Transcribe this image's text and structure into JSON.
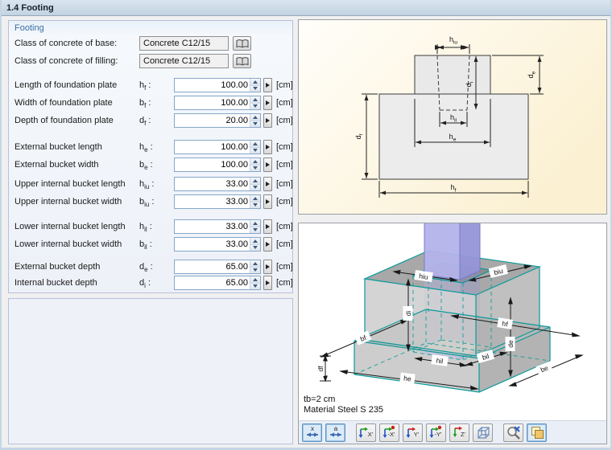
{
  "window": {
    "title": "1.4 Footing"
  },
  "colors": {
    "titlebar": "#c9d7e4",
    "group_border": "#b9bfdd",
    "group_title_text": "#3b6ea5",
    "edit_border": "#86a7c9",
    "diagram_background": "#fbf2d8",
    "teal_edge": "#0c9a9a",
    "column_blue": "#9a9ade",
    "toolbar_active_border": "#5c93c3"
  },
  "footing": {
    "group_title": "Footing",
    "colon": " :",
    "combo_fields": [
      {
        "label": "Class of concrete of base:",
        "value": "Concrete C12/15"
      },
      {
        "label": "Class of concrete of filling:",
        "value": "Concrete C12/15"
      }
    ],
    "fields": [
      {
        "label": "Length of foundation plate",
        "sym": "h",
        "sub": "f",
        "value": "100.00",
        "unit": "[cm]"
      },
      {
        "label": "Width of foundation plate",
        "sym": "b",
        "sub": "f",
        "value": "100.00",
        "unit": "[cm]"
      },
      {
        "label": "Depth of foundation plate",
        "sym": "d",
        "sub": "f",
        "value": "20.00",
        "unit": "[cm]"
      },
      {
        "label": "External bucket length",
        "sym": "h",
        "sub": "e",
        "value": "100.00",
        "unit": "[cm]"
      },
      {
        "label": "External bucket width",
        "sym": "b",
        "sub": "e",
        "value": "100.00",
        "unit": "[cm]"
      },
      {
        "label": "Upper internal bucket length",
        "sym": "h",
        "sub": "iu",
        "value": "33.00",
        "unit": "[cm]"
      },
      {
        "label": "Upper internal bucket width",
        "sym": "b",
        "sub": "iu",
        "value": "33.00",
        "unit": "[cm]"
      },
      {
        "label": "Lower internal bucket length",
        "sym": "h",
        "sub": "il",
        "value": "33.00",
        "unit": "[cm]"
      },
      {
        "label": "Lower internal bucket width",
        "sym": "b",
        "sub": "il",
        "value": "33.00",
        "unit": "[cm]"
      },
      {
        "label": "External bucket depth",
        "sym": "d",
        "sub": "e",
        "value": "65.00",
        "unit": "[cm]"
      },
      {
        "label": "Internal bucket depth",
        "sym": "d",
        "sub": "i",
        "value": "65.00",
        "unit": "[cm]"
      }
    ]
  },
  "diagram2d": {
    "labels": {
      "hiu": {
        "b": "h",
        "s": "iu"
      },
      "de": {
        "b": "d",
        "s": "e"
      },
      "di": {
        "b": "d",
        "s": "i"
      },
      "df": {
        "b": "d",
        "s": "f"
      },
      "hil": {
        "b": "h",
        "s": "il"
      },
      "he": {
        "b": "h",
        "s": "e"
      },
      "hf": {
        "b": "h",
        "s": "f"
      }
    }
  },
  "view3d": {
    "labels": {
      "hiu": "hiu",
      "biu": "biu",
      "di": "di",
      "hf": "hf",
      "de": "de",
      "bf": "bf",
      "df": "df",
      "hil": "hil",
      "bil": "bil",
      "he": "he",
      "be": "be"
    },
    "info_line1": "tb=2 cm",
    "info_line2": "Material Steel S 235",
    "toolbar": [
      {
        "name": "dimensions-symbol-x",
        "label": "x",
        "active": true
      },
      {
        "name": "dimensions-value-a",
        "label": "a",
        "active": true
      },
      {
        "name": "view-x",
        "label": "X'"
      },
      {
        "name": "view-minus-x",
        "label": "-X'"
      },
      {
        "name": "view-y",
        "label": "Y'"
      },
      {
        "name": "view-minus-y",
        "label": "-Y'"
      },
      {
        "name": "view-z",
        "label": "Z'"
      },
      {
        "name": "view-isometric"
      },
      {
        "name": "zoom-to-selection"
      },
      {
        "name": "display-properties",
        "active": true
      }
    ]
  }
}
